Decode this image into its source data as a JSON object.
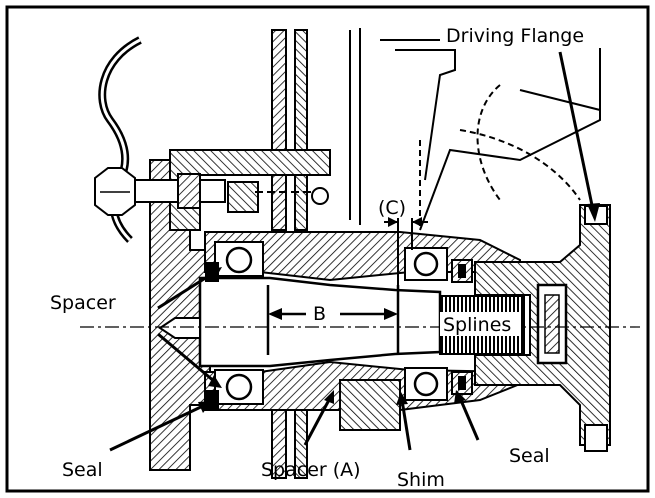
{
  "labels": {
    "driving_flange": "Driving Flange",
    "c": "(C)",
    "spacer": "Spacer",
    "b": "B",
    "splines": "Splines",
    "seal_left": "Seal",
    "spacer_a": "Spacer (A)",
    "shim": "Shim",
    "seal_right": "Seal"
  },
  "colors": {
    "ink": "#000000",
    "paper": "#ffffff"
  }
}
